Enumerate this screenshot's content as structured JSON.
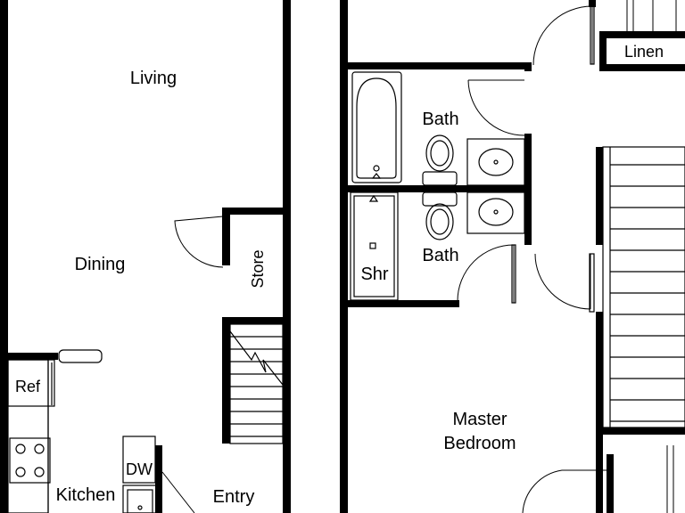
{
  "rooms": {
    "living": "Living",
    "dining": "Dining",
    "store": "Store",
    "ref": "Ref",
    "kitchen": "Kitchen",
    "dw": "DW",
    "entry": "Entry",
    "bath_upper": "Bath",
    "bath_lower": "Bath",
    "shr": "Shr",
    "linen": "Linen",
    "master_line1": "Master",
    "master_line2": "Bedroom"
  },
  "colors": {
    "wall": "#000000",
    "background": "#ffffff"
  }
}
